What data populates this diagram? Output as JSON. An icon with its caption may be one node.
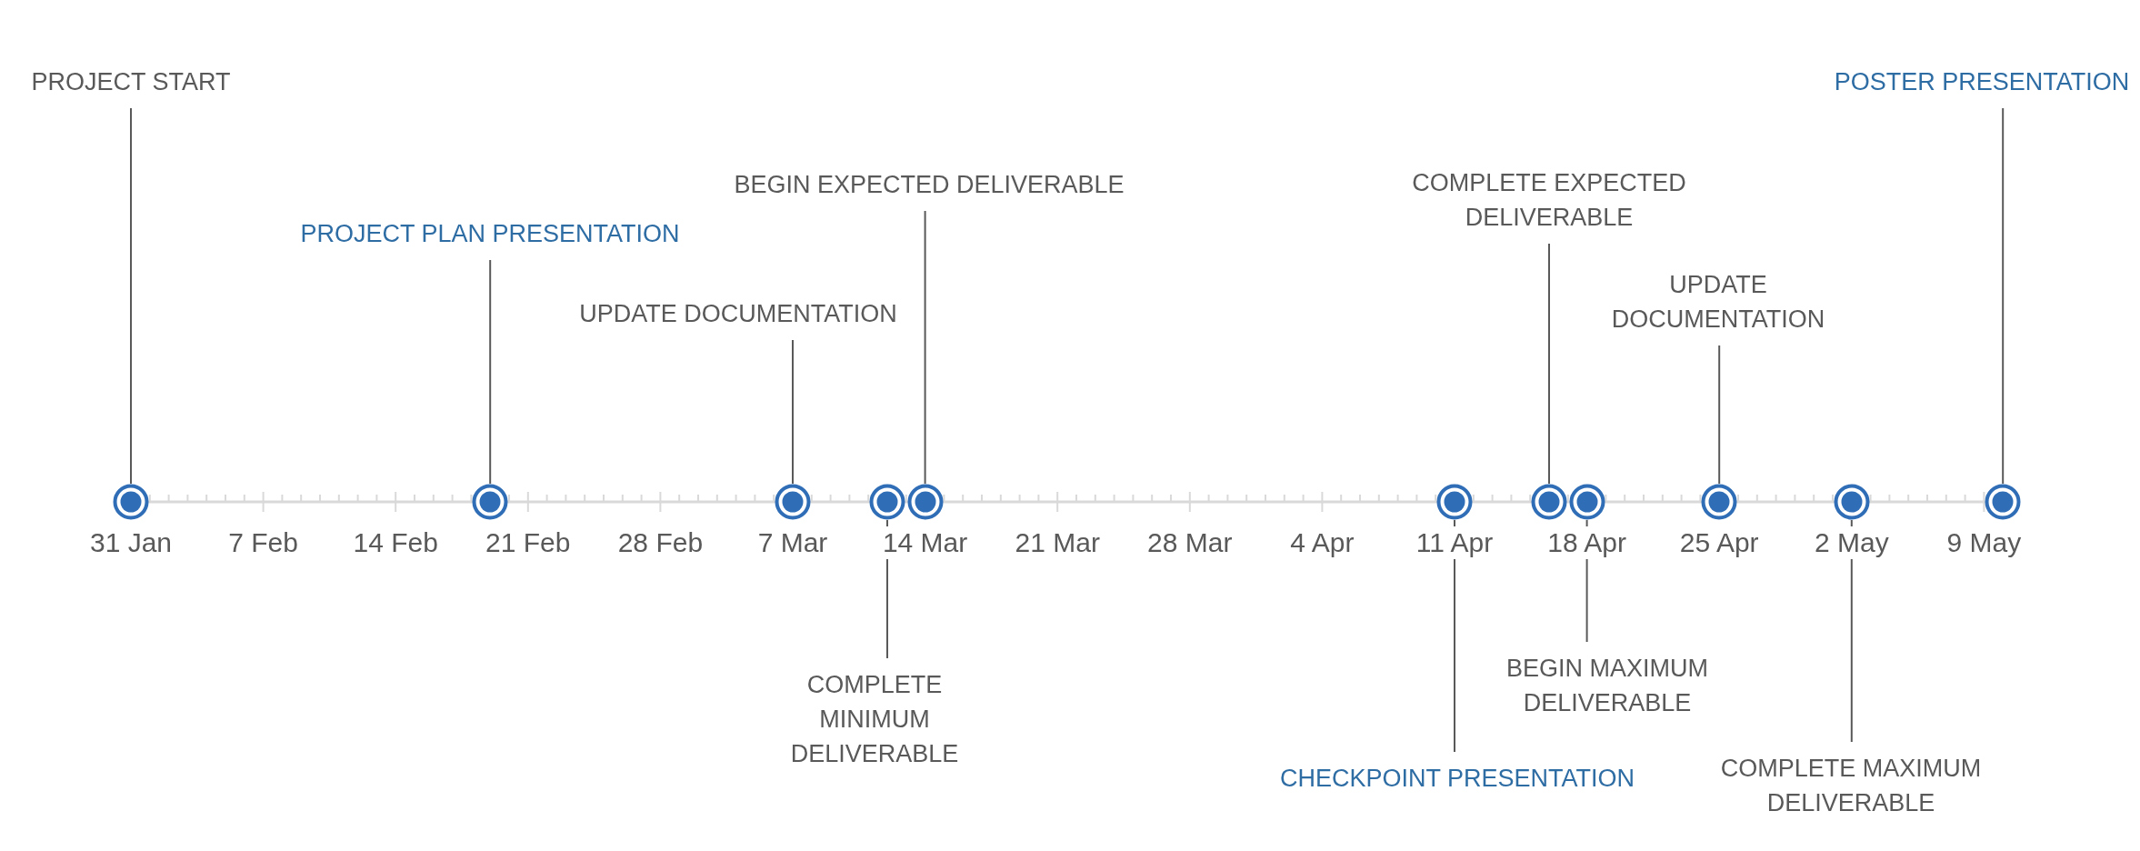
{
  "diagram": {
    "nodes": [
      {
        "text": [
          "PROJECT START"
        ]
      },
      {
        "text": [
          "PROJECT PLAN PRESENTATION"
        ]
      },
      {
        "text": [
          "UPDATE DOCUMENTATION"
        ]
      },
      {
        "text": [
          "COMPLETE MINIMUM DELIVERABLE"
        ]
      },
      {
        "text": [
          "BEGIN EXPECTED DELIVERABLE"
        ]
      },
      {
        "text": [
          "CHECKPOINT PRESENTATION"
        ]
      },
      {
        "text": [
          "COMPLETE EXPECTED DELIVERABLE"
        ]
      },
      {
        "text": [
          "BEGIN MAXIMUM DELIVERABLE"
        ]
      },
      {
        "text": [
          "UPDATE DOCUMENTATION"
        ]
      },
      {
        "text": [
          "COMPLETE MAXIMUM DELIVERABLE"
        ]
      },
      {
        "text": [
          "POSTER PRESENTATION"
        ]
      },
      {
        "text": [],
        "shape": "circle"
      },
      {
        "text": [],
        "shape": "circle"
      },
      {
        "text": [],
        "shape": "circle"
      },
      {
        "text": [],
        "shape": "circle"
      },
      {
        "text": [],
        "shape": "circle"
      },
      {
        "text": [],
        "shape": "circle"
      },
      {
        "text": [],
        "shape": "circle"
      },
      {
        "text": [],
        "shape": "circle"
      },
      {
        "text": [],
        "shape": "circle"
      },
      {
        "text": [],
        "shape": "circle"
      },
      {
        "text": [],
        "shape": "circle"
      }
    ],
    "edges": [
      {
        "from": 0,
        "to": 11,
        "arrow": "none"
      },
      {
        "from": 1,
        "to": 12,
        "arrow": "none"
      },
      {
        "from": 2,
        "to": 13,
        "arrow": "none"
      },
      {
        "from": 3,
        "to": 14,
        "arrow": "none"
      },
      {
        "from": 4,
        "to": 15,
        "arrow": "none"
      },
      {
        "from": 5,
        "to": 16,
        "arrow": "none"
      },
      {
        "from": 6,
        "to": 17,
        "arrow": "none"
      },
      {
        "from": 7,
        "to": 18,
        "arrow": "none"
      },
      {
        "from": 8,
        "to": 19,
        "arrow": "none"
      },
      {
        "from": 9,
        "to": 20,
        "arrow": "none"
      },
      {
        "from": 10,
        "to": 21,
        "arrow": "none"
      }
    ],
    "labels": [
      "31 Jan",
      "7 Feb",
      "14 Feb",
      "21 Feb",
      "28 Feb",
      "7 Mar",
      "14 Mar",
      "21 Mar",
      "28 Mar",
      "4 Apr",
      "11 Apr",
      "18 Apr",
      "25 Apr",
      "2 May",
      "9 May"
    ]
  }
}
